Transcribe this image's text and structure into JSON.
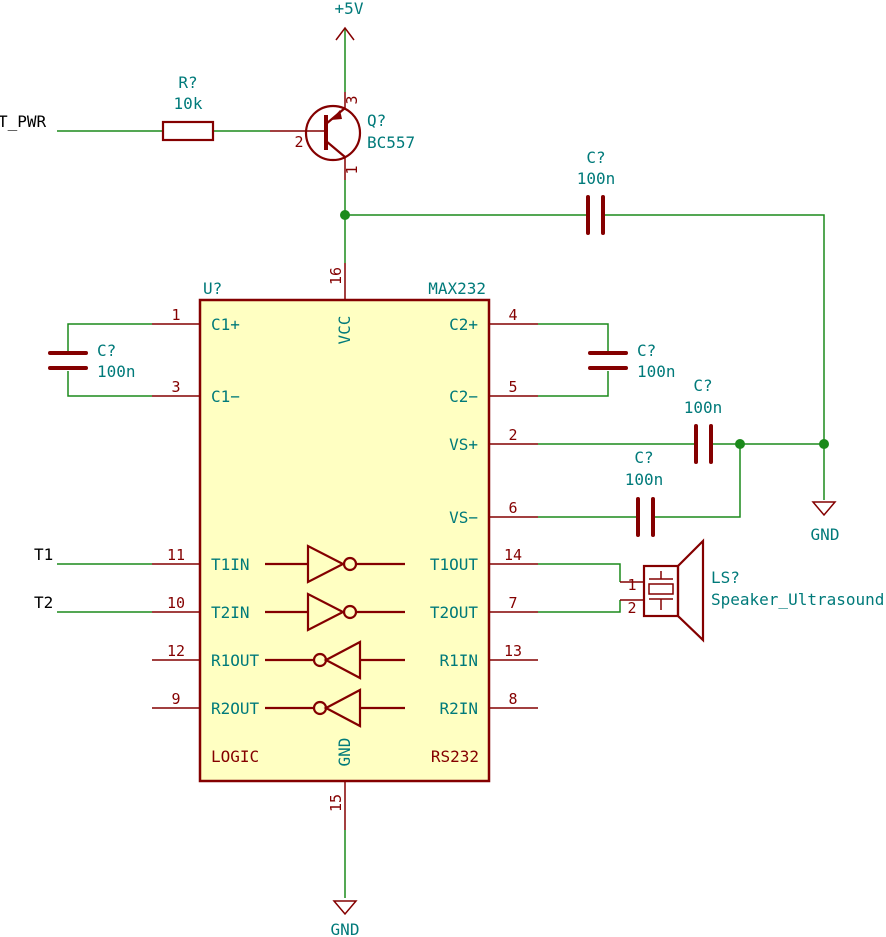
{
  "power": {
    "vcc_label": "+5V",
    "gnd_top": "GND",
    "gnd_bottom": "GND"
  },
  "nets": {
    "t_pwr": "T_PWR",
    "t1": "T1",
    "t2": "T2"
  },
  "resistor": {
    "ref": "R?",
    "value": "10k"
  },
  "transistor": {
    "ref": "Q?",
    "value": "BC557",
    "pin_b": "2",
    "pin_e": "3",
    "pin_c": "1"
  },
  "caps": {
    "top": {
      "ref": "C?",
      "value": "100n"
    },
    "c1": {
      "ref": "C?",
      "value": "100n"
    },
    "c2": {
      "ref": "C?",
      "value": "100n"
    },
    "vsp": {
      "ref": "C?",
      "value": "100n"
    },
    "vsm": {
      "ref": "C?",
      "value": "100n"
    }
  },
  "chip": {
    "ref": "U?",
    "value": "MAX232",
    "vcc": "VCC",
    "gnd": "GND",
    "logic": "LOGIC",
    "rs232": "RS232",
    "pins": {
      "c1p": {
        "num": "1",
        "name": "C1+"
      },
      "c1m": {
        "num": "3",
        "name": "C1−"
      },
      "t1in": {
        "num": "11",
        "name": "T1IN"
      },
      "t2in": {
        "num": "10",
        "name": "T2IN"
      },
      "r1out": {
        "num": "12",
        "name": "R1OUT"
      },
      "r2out": {
        "num": "9",
        "name": "R2OUT"
      },
      "c2p": {
        "num": "4",
        "name": "C2+"
      },
      "c2m": {
        "num": "5",
        "name": "C2−"
      },
      "vsp": {
        "num": "2",
        "name": "VS+"
      },
      "vsm": {
        "num": "6",
        "name": "VS−"
      },
      "t1out": {
        "num": "14",
        "name": "T1OUT"
      },
      "t2out": {
        "num": "7",
        "name": "T2OUT"
      },
      "r1in": {
        "num": "13",
        "name": "R1IN"
      },
      "r2in": {
        "num": "8",
        "name": "R2IN"
      },
      "vccpin": {
        "num": "16"
      },
      "gndpin": {
        "num": "15"
      }
    }
  },
  "speaker": {
    "ref": "LS?",
    "value": "Speaker_Ultrasound",
    "pin1": "1",
    "pin2": "2"
  }
}
